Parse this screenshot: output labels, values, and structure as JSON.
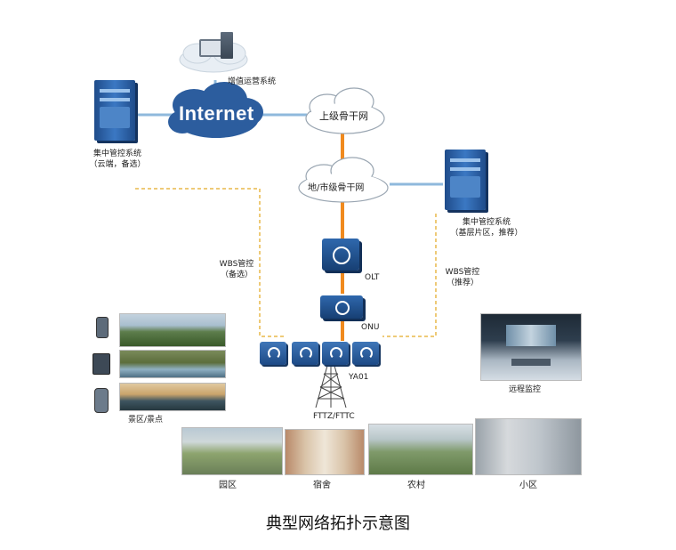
{
  "nodes": {
    "vas": "增值运营系统",
    "internet": "Internet",
    "upper_backbone": "上级骨干网",
    "city_backbone": "地/市级骨干网",
    "central_cloud": [
      "集中管控系统",
      "（云端，备选）"
    ],
    "central_grassroots": [
      "集中管控系统",
      "（基层片区，推荐）"
    ],
    "wbs_left": [
      "WBS管控",
      "（备选）"
    ],
    "wbs_right": [
      "WBS管控",
      "（推荐）"
    ],
    "olt": "OLT",
    "onu": "ONU",
    "ya01": "YA01",
    "fttz": "FTTZ/FTTC",
    "scenic": "景区/景点",
    "remote_monitor": "远程监控",
    "park": "园区",
    "dorm": "宿舍",
    "village": "农村",
    "community": "小区"
  },
  "caption": "典型网络拓扑示意图",
  "colors": {
    "fiber": "#f08a1e",
    "link": "#8fb9dc",
    "dashed": "#e8b84a",
    "device": "#2a5fa3"
  },
  "icons": [
    "server-icon",
    "cloud-icon",
    "olt-device-icon",
    "onu-device-icon",
    "wifi-ap-icon",
    "tower-icon",
    "phone-icon",
    "tablet-icon",
    "video-wall-icon"
  ]
}
